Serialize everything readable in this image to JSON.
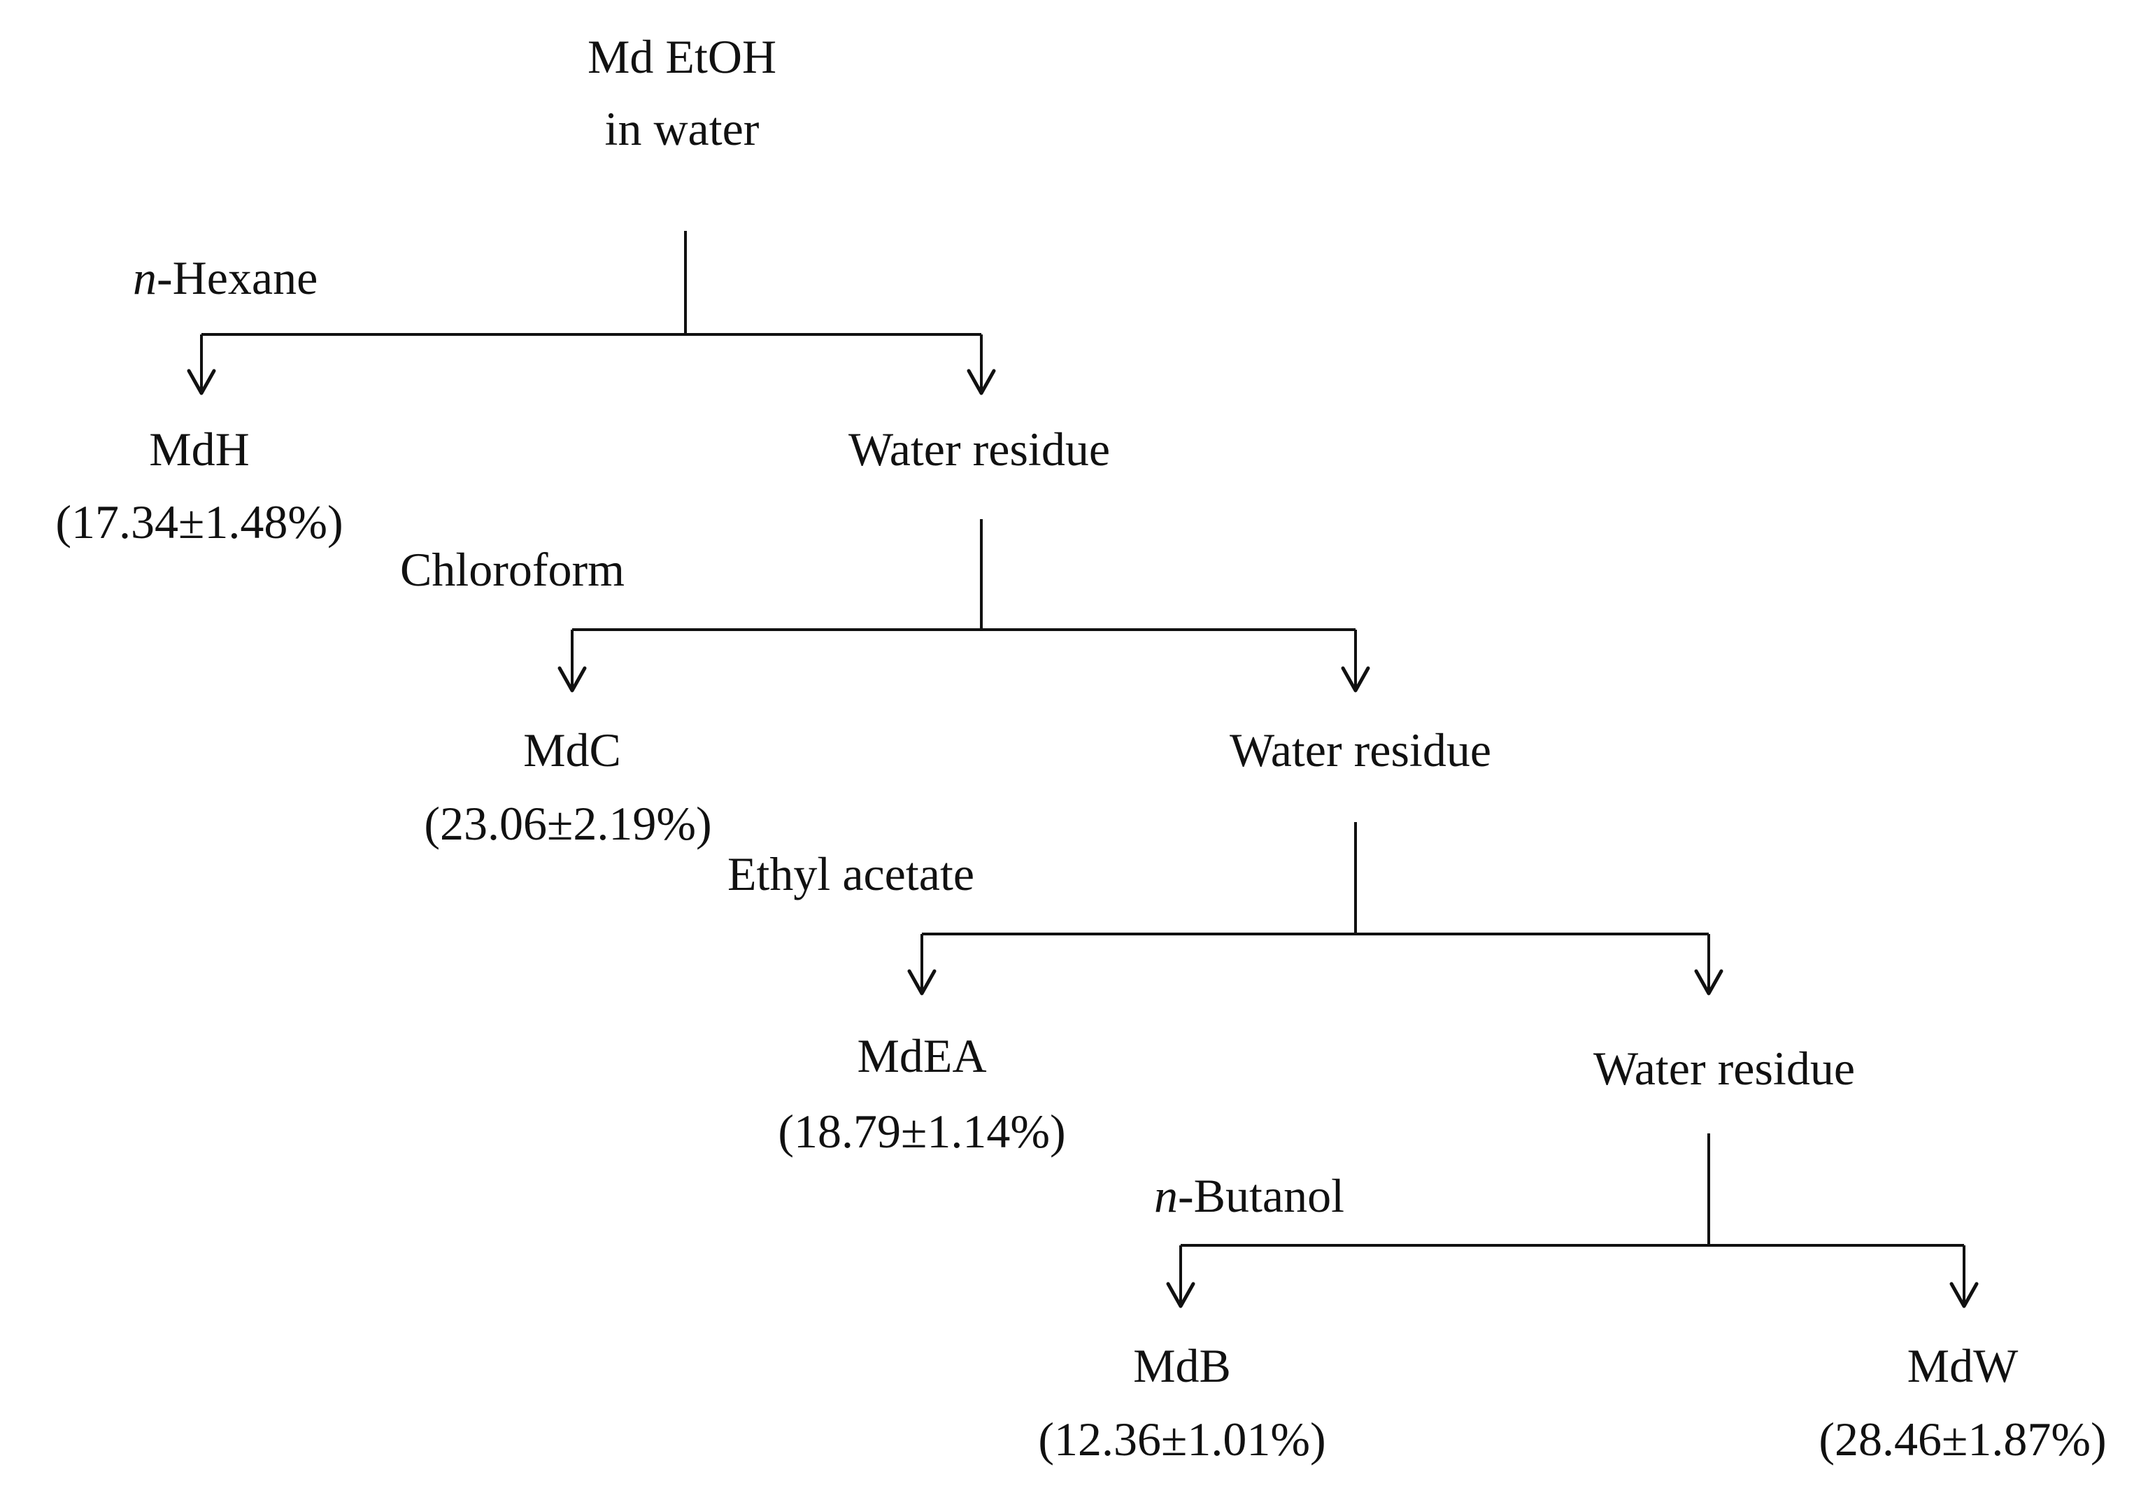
{
  "diagram": {
    "root": {
      "line1": "Md EtOH",
      "line2": "in water"
    },
    "steps": [
      {
        "solvent_prefix": "n",
        "solvent_suffix": "-Hexane",
        "fraction_name": "MdH",
        "fraction_yield": "(17.34±1.48%)",
        "residue": "Water residue"
      },
      {
        "solvent_prefix": "",
        "solvent_suffix": "Chloroform",
        "fraction_name": "MdC",
        "fraction_yield": "(23.06±2.19%)",
        "residue": "Water residue"
      },
      {
        "solvent_prefix": "",
        "solvent_suffix": "Ethyl acetate",
        "fraction_name": "MdEA",
        "fraction_yield": "(18.79±1.14%)",
        "residue": "Water residue"
      },
      {
        "solvent_prefix": "n",
        "solvent_suffix": "-Butanol",
        "fraction_name": "MdB",
        "fraction_yield": "(12.36±1.01%)",
        "residue": ""
      }
    ],
    "final": {
      "name": "MdW",
      "yield": "(28.46±1.87%)"
    },
    "colors": {
      "ink": "#111111",
      "background": "#ffffff"
    }
  }
}
